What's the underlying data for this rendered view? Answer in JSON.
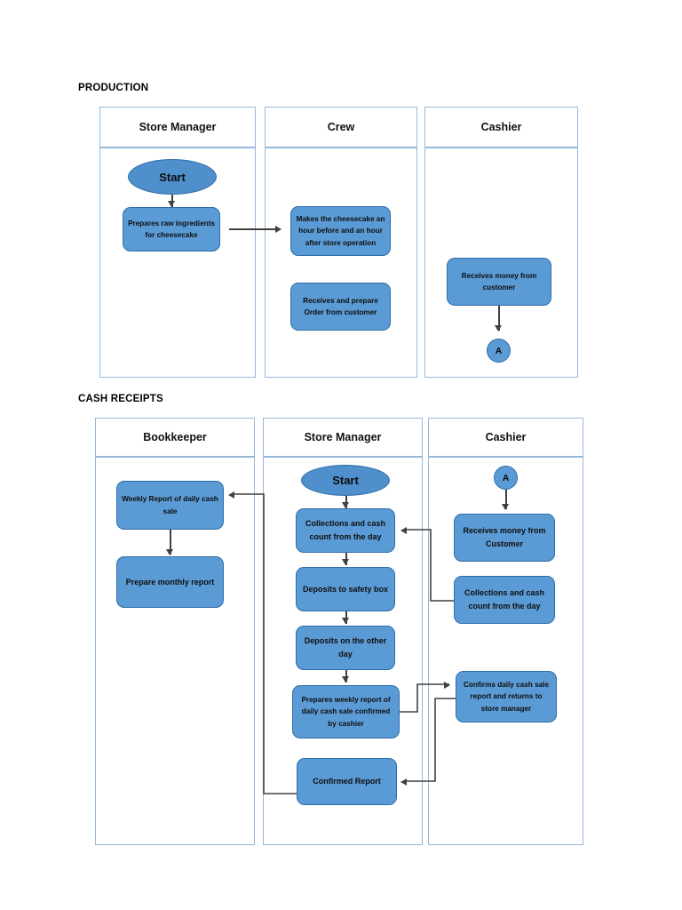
{
  "document": {
    "sections": [
      {
        "id": "production",
        "title": "PRODUCTION",
        "lanes": [
          {
            "id": "store-manager",
            "header": "Store Manager"
          },
          {
            "id": "crew",
            "header": "Crew"
          },
          {
            "id": "cashier",
            "header": "Cashier"
          }
        ],
        "nodes": {
          "start": "Start",
          "prepares_raw": "Prepares raw ingredients for cheesecake",
          "makes_cheesecake": "Makes the cheesecake an hour before and an hour after store operation",
          "receives_order": "Receives and prepare Order from customer",
          "receives_money": "Receives money from customer",
          "connector_a": "A"
        }
      },
      {
        "id": "cash-receipts",
        "title": "CASH RECEIPTS",
        "lanes": [
          {
            "id": "bookkeeper",
            "header": "Bookkeeper"
          },
          {
            "id": "store-manager",
            "header": "Store Manager"
          },
          {
            "id": "cashier",
            "header": "Cashier"
          }
        ],
        "nodes": {
          "weekly_report": "Weekly Report of daily cash sale",
          "prepare_monthly": "Prepare monthly report",
          "start": "Start",
          "collections_sm": "Collections and cash count from the day",
          "deposits_safety": "Deposits to safety box",
          "deposits_other": "Deposits on the other day",
          "prepares_weekly": "Prepares weekly report of daily cash sale confirmed by cashier",
          "confirmed_report": "Confirmed Report",
          "connector_a": "A",
          "receives_money": "Receives money from Customer",
          "collections_cashier": "Collections and cash count from the day",
          "confirms_daily": "Confirms daily cash sale report and returns to store manager"
        }
      }
    ],
    "colors": {
      "node_fill": "#5B9BD5",
      "node_stroke": "#2E6DA8",
      "lane_border": "#94B9DC",
      "line": "#404040",
      "page_background": "#FFFFFF"
    }
  }
}
